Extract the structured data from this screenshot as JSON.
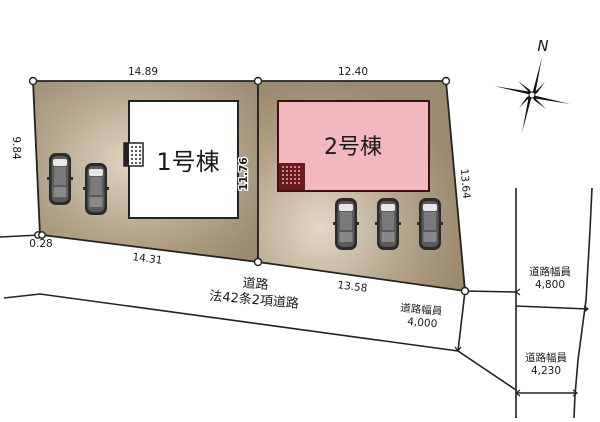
{
  "compass": {
    "label": "N"
  },
  "lots": [
    {
      "id": "lot-1",
      "label": "1号棟",
      "fill": "#ffffff",
      "stroke": "#222222",
      "text_color": "#222222",
      "parking_spaces": 2
    },
    {
      "id": "lot-2",
      "label": "2号棟",
      "fill": "#f2b8bd",
      "stroke": "#5a1518",
      "text_color": "#5a1518",
      "parking_spaces": 3
    }
  ],
  "dimensions": {
    "lot1_top": "14.89",
    "lot1_left": "9.84",
    "lot1_bottom": "14.31",
    "lot1_corner": "0.28",
    "shared_boundary": "11.76",
    "lot2_top": "12.40",
    "lot2_right": "13.64",
    "lot2_bottom": "13.58"
  },
  "road": {
    "title": "道路",
    "type": "法42条2項道路",
    "widths": [
      {
        "label": "道路幅員",
        "value": "4,000"
      },
      {
        "label": "道路幅員",
        "value": "4,800"
      },
      {
        "label": "道路幅員",
        "value": "4,230"
      }
    ]
  },
  "colors": {
    "land": "#a8977f",
    "land_light": "#d6c8b2",
    "line": "#222222",
    "car_body": "#3a3a3a"
  }
}
